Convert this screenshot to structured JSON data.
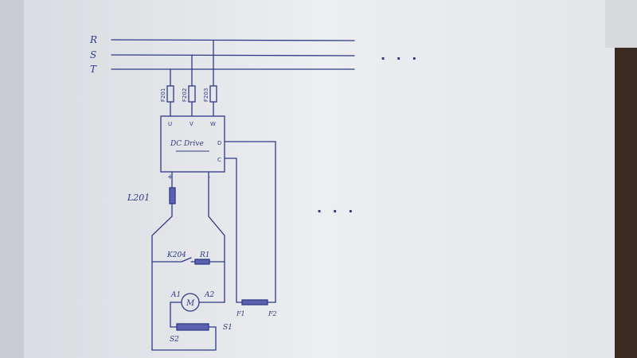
{
  "buses": [
    "R",
    "S",
    "T"
  ],
  "fuses": [
    "F201",
    "F202",
    "F203"
  ],
  "drive": {
    "terminals_in": [
      "U",
      "V",
      "W"
    ],
    "title": "DC Drive",
    "terminal_d": "D",
    "terminal_c": "C",
    "plus": "+",
    "minus": "-"
  },
  "inductor": "L201",
  "contactor": "K204",
  "resistor": "R1",
  "motor": {
    "symbol": "M",
    "a1": "A1",
    "a2": "A2"
  },
  "series_field": {
    "s1": "S1",
    "s2": "S2"
  },
  "shunt_field": {
    "f1": "F1",
    "f2": "F2"
  },
  "ellipsis_top": ". . .",
  "ellipsis_mid": ". . .",
  "colors": {
    "ink": "#2f3a86",
    "paper": "#eeeff1",
    "coil_fill": "#5b61b0",
    "background": "#3a2a22"
  }
}
